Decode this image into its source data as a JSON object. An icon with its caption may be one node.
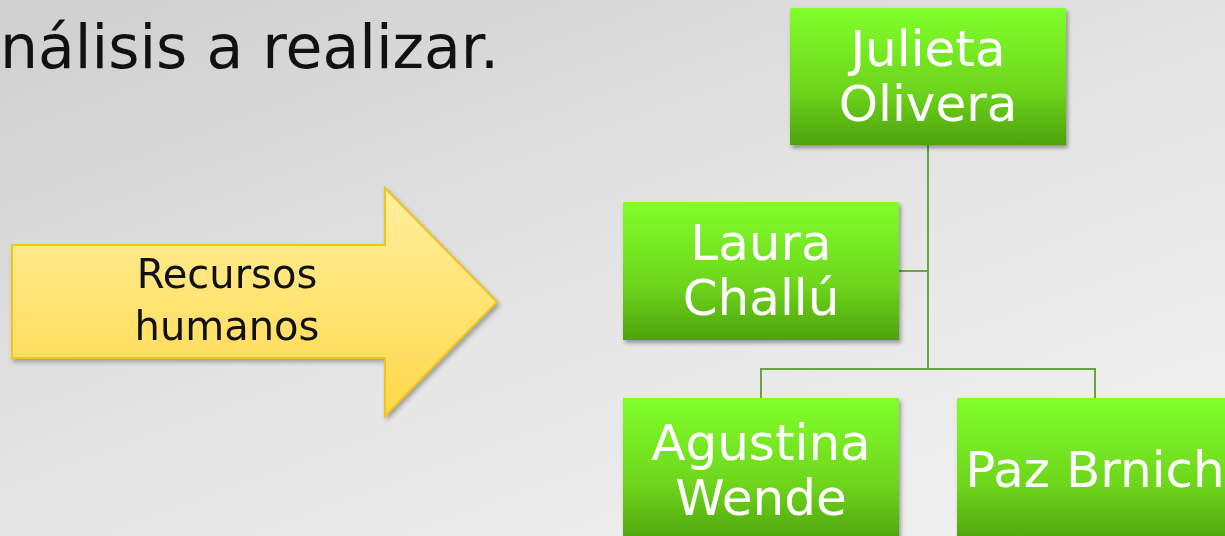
{
  "diagram": {
    "nodes": [
      {
        "text": [
          "Recursos humanos"
        ]
      },
      {
        "text": [
          "Julieta Olivera"
        ]
      },
      {
        "text": [
          "Laura Challú"
        ]
      },
      {
        "text": [
          "Agustina Wende"
        ]
      },
      {
        "text": [
          "Paz Brnich"
        ]
      }
    ],
    "edges": [
      {
        "from": 1,
        "to": 2,
        "arrow": "none"
      },
      {
        "from": 1,
        "to": 3,
        "arrow": "none"
      },
      {
        "from": 1,
        "to": 4,
        "arrow": "none"
      }
    ],
    "labels": [
      "nálisis a realizar."
    ]
  }
}
